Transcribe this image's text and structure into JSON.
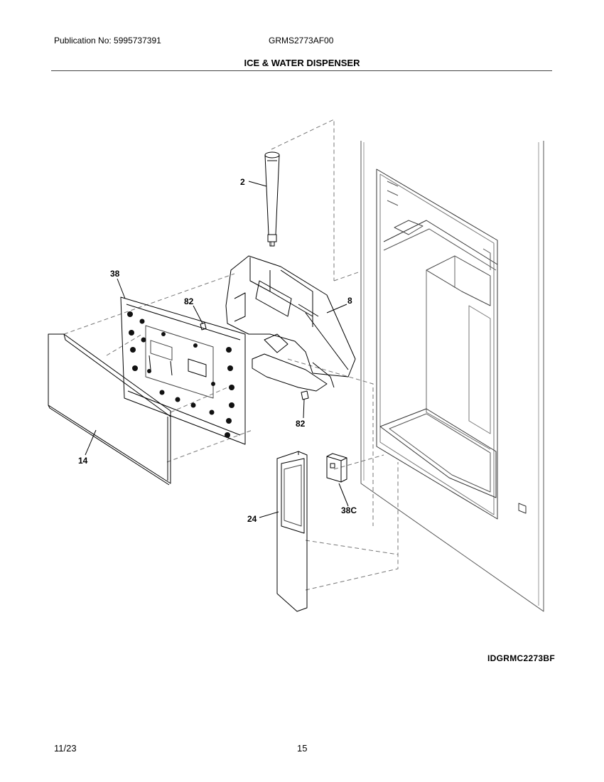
{
  "header": {
    "publication": "Publication No: 5995737391",
    "model": "GRMS2773AF00",
    "title": "ICE & WATER DISPENSER"
  },
  "diagram": {
    "image_id": "IDGRMC2273BF",
    "callouts": [
      "2",
      "38",
      "82",
      "8",
      "82",
      "14",
      "24",
      "38C"
    ],
    "parts": [
      "ice-chute",
      "control-board",
      "screw",
      "dispenser-housing",
      "screw",
      "front-panel",
      "trim-panel",
      "switch"
    ]
  },
  "footer": {
    "date": "11/23",
    "page": "15"
  }
}
